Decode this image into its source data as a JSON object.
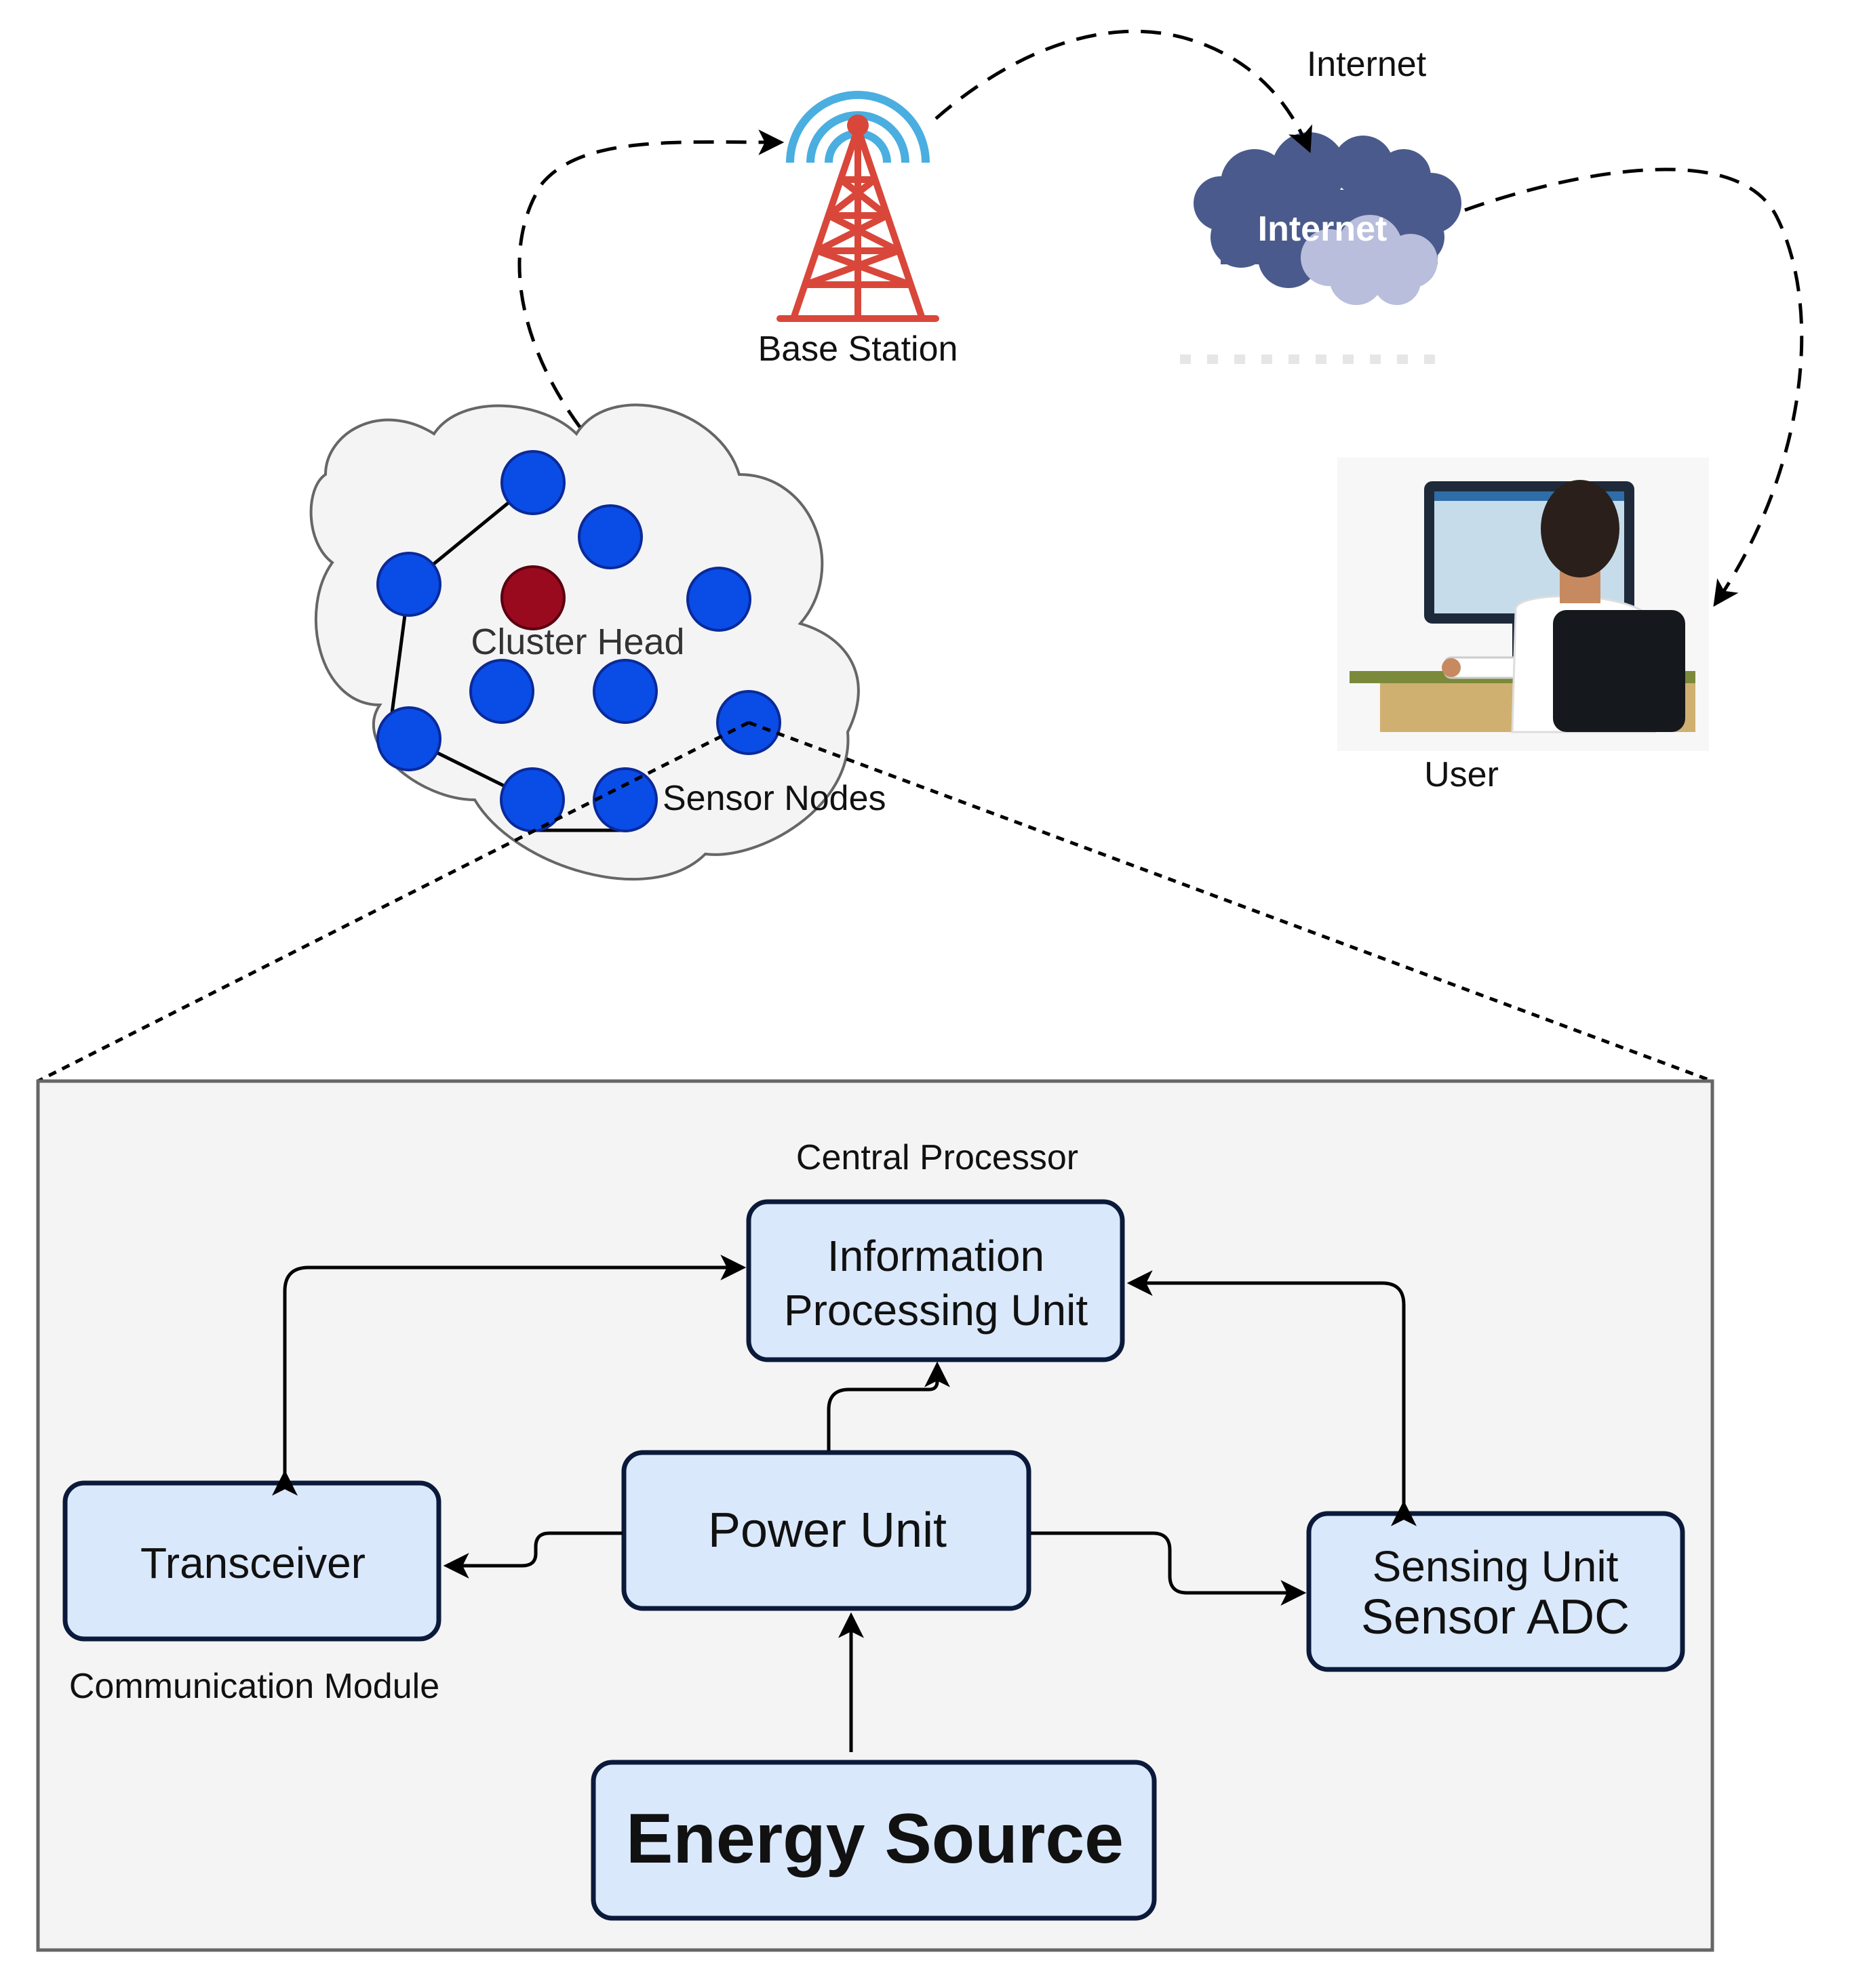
{
  "network": {
    "base_station_label": "Base Station",
    "internet_label": "Internet",
    "internet_cloud_text": "Internet",
    "user_label": "User",
    "cluster_head_label": "Cluster Head",
    "sensor_nodes_label": "Sensor Nodes"
  },
  "node_architecture": {
    "central_processor_label": "Central Processor",
    "info_unit_line1": "Information",
    "info_unit_line2": "Processing Unit",
    "power_unit": "Power Unit",
    "transceiver": "Transceiver",
    "communication_module_label": "Communication Module",
    "sensing_unit_line1": "Sensing Unit",
    "sensing_unit_line2": "Sensor ADC",
    "energy_source": "Energy Source"
  },
  "colors": {
    "sensor_node": "#0a4ce6",
    "cluster_head": "#9a0a1e",
    "box_fill": "#dae8fc",
    "box_stroke": "#0b1a3a",
    "panel_fill": "#f4f4f4",
    "tower": "#d9473a",
    "signal": "#4aaee0",
    "cloud_dark": "#4a5a8c",
    "cloud_light": "#b8bedc"
  }
}
